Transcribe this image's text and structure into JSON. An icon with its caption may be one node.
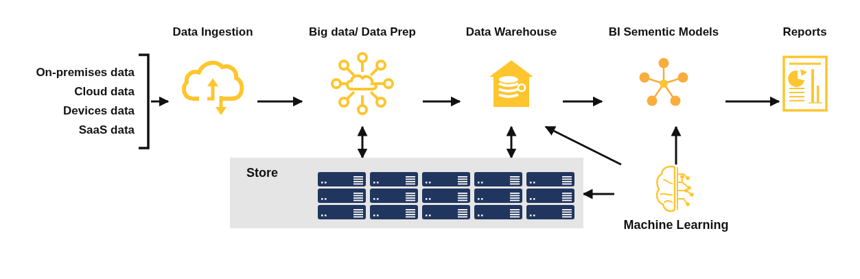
{
  "diagram": {
    "nodes": [
      {
        "text": [
          "On-premises data",
          "Cloud data",
          "Devices data",
          "SaaS data"
        ]
      },
      {
        "text": [
          "Data Ingestion"
        ]
      },
      {
        "text": [
          "Big data/ Data Prep"
        ]
      },
      {
        "text": [
          "Data Warehouse"
        ]
      },
      {
        "text": [
          "BI Sementic Models"
        ]
      },
      {
        "text": [
          "Reports"
        ]
      },
      {
        "text": [
          "Store"
        ]
      },
      {
        "text": [
          "Machine Learning"
        ]
      }
    ],
    "edges": [
      {
        "from": 0,
        "to": 1,
        "arrow": "to"
      },
      {
        "from": 1,
        "to": 2,
        "arrow": "to"
      },
      {
        "from": 2,
        "to": 3,
        "arrow": "to"
      },
      {
        "from": 3,
        "to": 4,
        "arrow": "to"
      },
      {
        "from": 4,
        "to": 5,
        "arrow": "to"
      },
      {
        "from": 2,
        "to": 6,
        "arrow": "both"
      },
      {
        "from": 3,
        "to": 6,
        "arrow": "both"
      },
      {
        "from": 7,
        "to": 3,
        "arrow": "to"
      },
      {
        "from": 7,
        "to": 4,
        "arrow": "to"
      },
      {
        "from": 7,
        "to": 6,
        "arrow": "to"
      }
    ]
  }
}
